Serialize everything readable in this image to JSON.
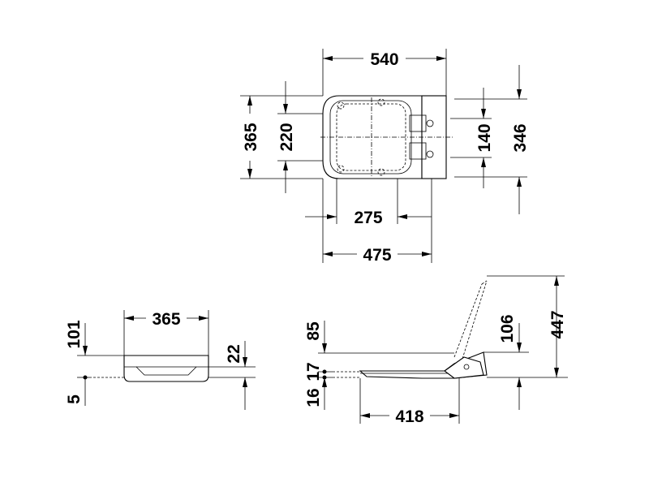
{
  "top_view": {
    "width_overall": "540",
    "depth_overall": "365",
    "opening_depth": "220",
    "hinge_spacing": "140",
    "depth_346": "346",
    "opening_width": "275",
    "width_475": "475"
  },
  "front_view": {
    "width": "365",
    "height_101": "101",
    "thickness_22": "22",
    "offset_5": "5"
  },
  "side_view": {
    "lid_height": "85",
    "hinge_height": "106",
    "open_height": "447",
    "base_17": "17",
    "base_16": "16",
    "length": "418"
  }
}
